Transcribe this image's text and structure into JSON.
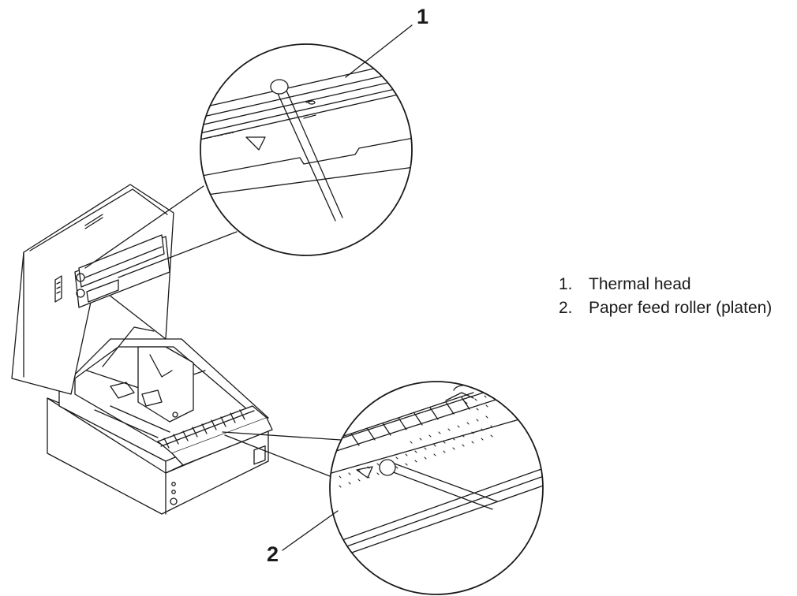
{
  "callouts": [
    {
      "id": "1",
      "target": "Thermal head"
    },
    {
      "id": "2",
      "target": "Paper feed roller (platen)"
    }
  ],
  "legend": [
    {
      "number": "1.",
      "label": "Thermal head"
    },
    {
      "number": "2.",
      "label": "Paper feed roller (platen)"
    }
  ],
  "colors": {
    "line": "#1a1a1a",
    "background": "#ffffff",
    "shade": "#e6e6e6"
  }
}
